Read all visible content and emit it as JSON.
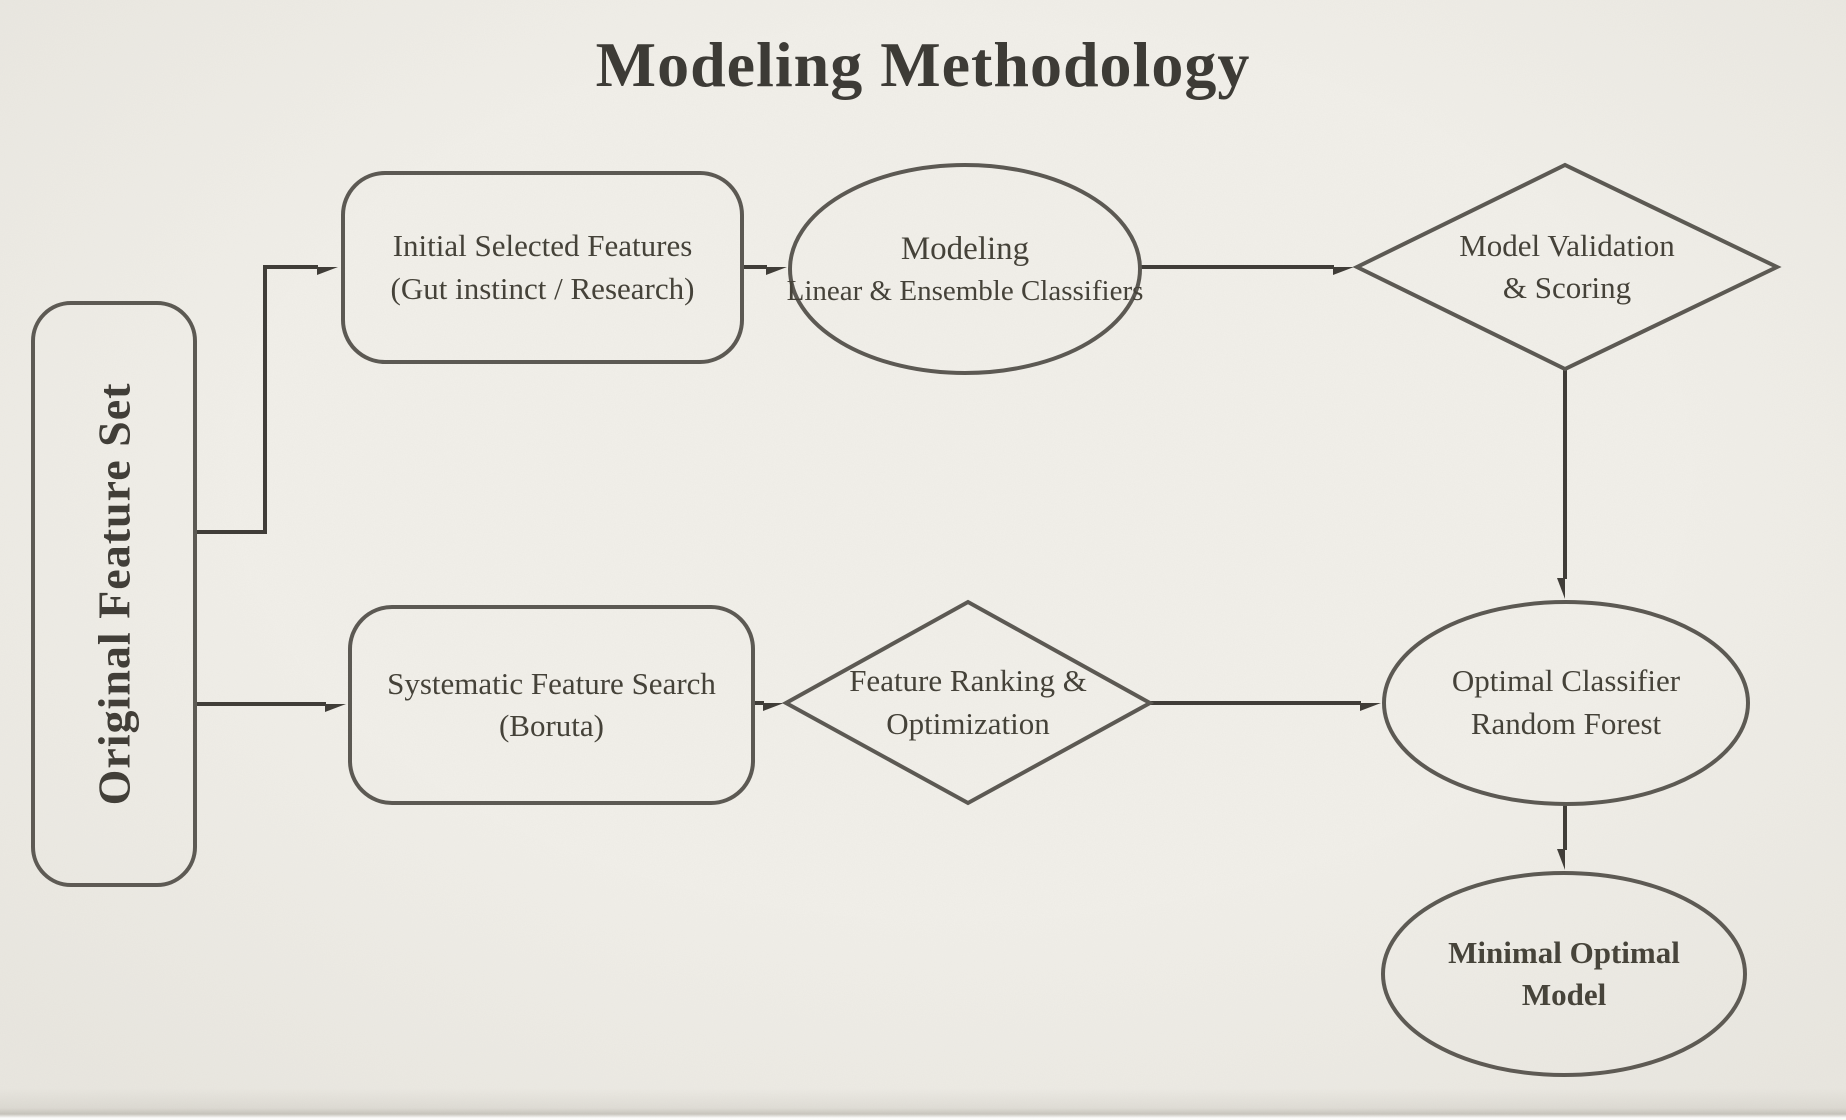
{
  "title": "Modeling Methodology",
  "colors": {
    "background": "#f1efe9",
    "shape_stroke": "#5c5953",
    "arrow_stroke": "#403d38",
    "text": "#454239",
    "title_text": "#3d3b36"
  },
  "nodes": {
    "original_feature_set": {
      "label": "Original Feature Set"
    },
    "initial_selected_features": {
      "line1": "Initial Selected Features",
      "line2": "(Gut instinct / Research)"
    },
    "modeling": {
      "line1": "Modeling",
      "line2": "Linear & Ensemble Classifiers"
    },
    "model_validation": {
      "line1": "Model Validation",
      "line2": "& Scoring"
    },
    "systematic_feature_search": {
      "line1": "Systematic Feature Search",
      "line2": "(Boruta)"
    },
    "feature_ranking": {
      "line1": "Feature Ranking &",
      "line2": "Optimization"
    },
    "optimal_classifier": {
      "line1": "Optimal Classifier",
      "line2": "Random Forest"
    },
    "minimal_optimal_model": {
      "line1": "Minimal Optimal",
      "line2": "Model"
    }
  }
}
